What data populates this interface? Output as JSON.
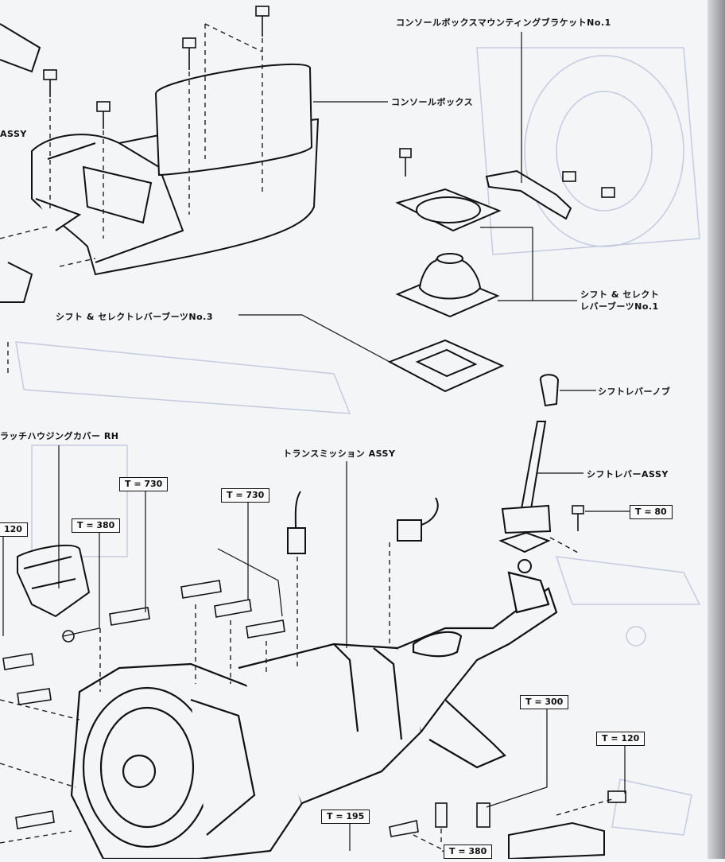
{
  "labels": {
    "console_bracket": "コンソールボックスマウンティングブラケットNo.1",
    "console_box": "コンソールボックス",
    "assy_left": "ASSY",
    "boot_no1_line1": "シフト & セレクト",
    "boot_no1_line2": "レバーブーツNo.1",
    "boot_no3": "シフト & セレクトレバーブーツNo.3",
    "shift_knob": "シフトレバーノブ",
    "shift_lever": "シフトレバーASSY",
    "clutch_cover": "ラッチハウジングカバー RH",
    "transmission": "トランスミッション ASSY"
  },
  "torques": {
    "t730_a": "T = 730",
    "t730_b": "T = 730",
    "t380_a": "T = 380",
    "t120_left": "120",
    "t80": "T = 80",
    "t300": "T = 300",
    "t120_right": "T = 120",
    "t195": "T = 195",
    "t380_b": "T = 380"
  }
}
